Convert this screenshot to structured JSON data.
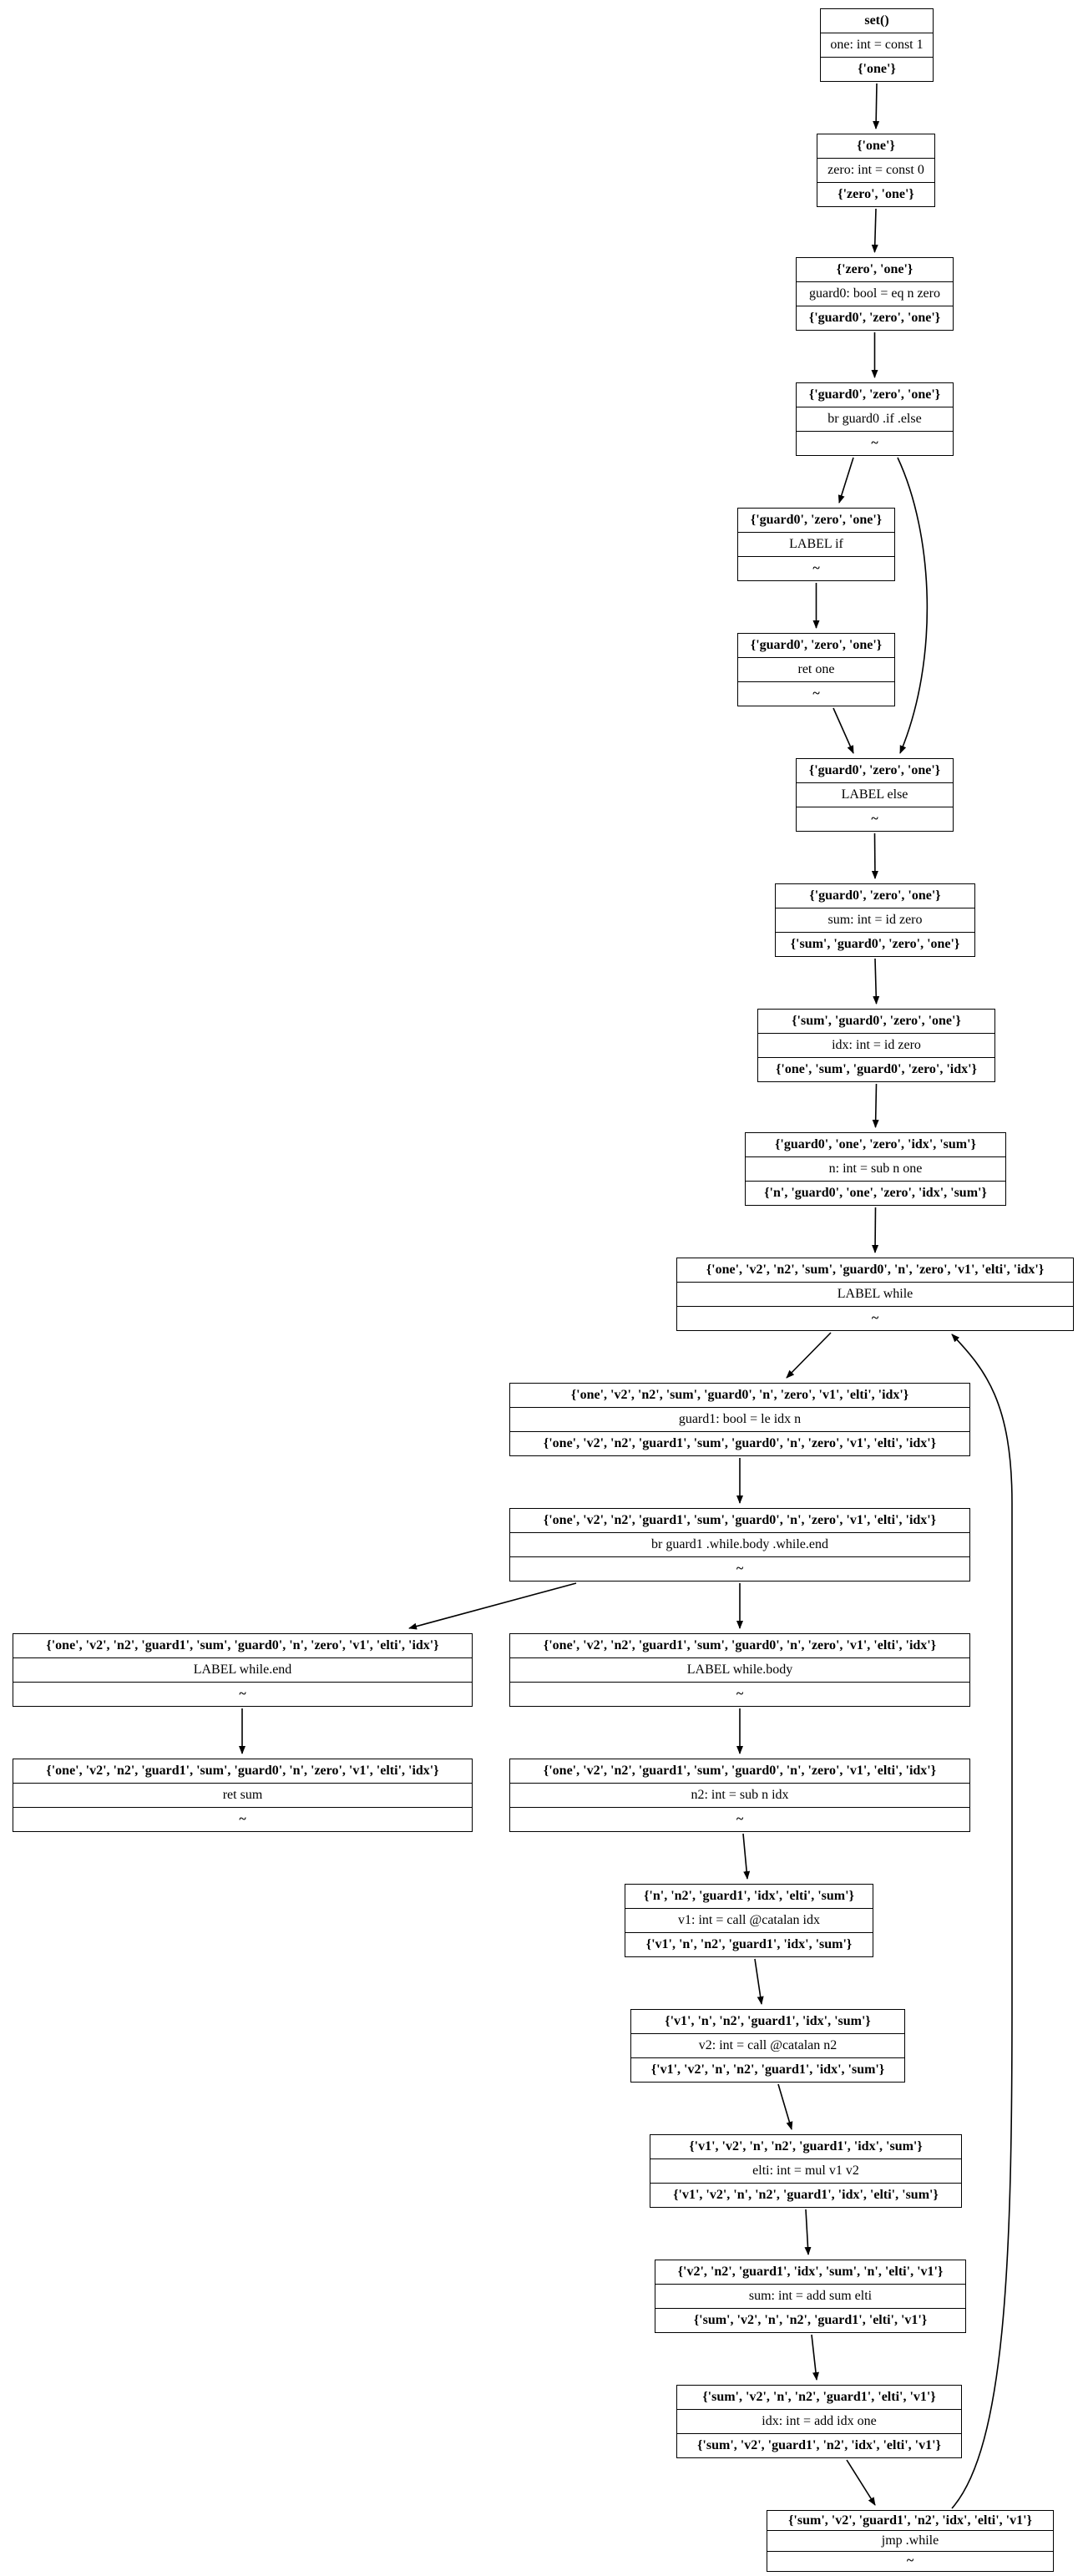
{
  "diagram": {
    "nodes": [
      {
        "id": "n0",
        "in": "set()",
        "instr": "one: int = const 1",
        "out": "{'one'}"
      },
      {
        "id": "n1",
        "in": "{'one'}",
        "instr": "zero: int = const 0",
        "out": "{'zero', 'one'}"
      },
      {
        "id": "n2",
        "in": "{'zero', 'one'}",
        "instr": "guard0: bool = eq n zero",
        "out": "{'guard0', 'zero', 'one'}"
      },
      {
        "id": "n3",
        "in": "{'guard0', 'zero', 'one'}",
        "instr": "br guard0 .if .else",
        "out": "~"
      },
      {
        "id": "n4",
        "in": "{'guard0', 'zero', 'one'}",
        "instr": "LABEL if",
        "out": "~"
      },
      {
        "id": "n5",
        "in": "{'guard0', 'zero', 'one'}",
        "instr": "ret one",
        "out": "~"
      },
      {
        "id": "n6",
        "in": "{'guard0', 'zero', 'one'}",
        "instr": "LABEL else",
        "out": "~"
      },
      {
        "id": "n7",
        "in": "{'guard0', 'zero', 'one'}",
        "instr": "sum: int = id zero",
        "out": "{'sum', 'guard0', 'zero', 'one'}"
      },
      {
        "id": "n8",
        "in": "{'sum', 'guard0', 'zero', 'one'}",
        "instr": "idx: int = id zero",
        "out": "{'one', 'sum', 'guard0', 'zero', 'idx'}"
      },
      {
        "id": "n9",
        "in": "{'guard0', 'one', 'zero', 'idx', 'sum'}",
        "instr": "n: int = sub n one",
        "out": "{'n', 'guard0', 'one', 'zero', 'idx', 'sum'}"
      },
      {
        "id": "n10",
        "in": "{'one', 'v2', 'n2', 'sum', 'guard0', 'n', 'zero', 'v1', 'elti', 'idx'}",
        "instr": "LABEL while",
        "out": "~"
      },
      {
        "id": "n11",
        "in": "{'one', 'v2', 'n2', 'sum', 'guard0', 'n', 'zero', 'v1', 'elti', 'idx'}",
        "instr": "guard1: bool = le idx n",
        "out": "{'one', 'v2', 'n2', 'guard1', 'sum', 'guard0', 'n', 'zero', 'v1', 'elti', 'idx'}"
      },
      {
        "id": "n12",
        "in": "{'one', 'v2', 'n2', 'guard1', 'sum', 'guard0', 'n', 'zero', 'v1', 'elti', 'idx'}",
        "instr": "br guard1 .while.body .while.end",
        "out": "~"
      },
      {
        "id": "n13",
        "in": "{'one', 'v2', 'n2', 'guard1', 'sum', 'guard0', 'n', 'zero', 'v1', 'elti', 'idx'}",
        "instr": "LABEL while.end",
        "out": "~"
      },
      {
        "id": "n14",
        "in": "{'one', 'v2', 'n2', 'guard1', 'sum', 'guard0', 'n', 'zero', 'v1', 'elti', 'idx'}",
        "instr": "LABEL while.body",
        "out": "~"
      },
      {
        "id": "n15",
        "in": "{'one', 'v2', 'n2', 'guard1', 'sum', 'guard0', 'n', 'zero', 'v1', 'elti', 'idx'}",
        "instr": "ret sum",
        "out": "~"
      },
      {
        "id": "n16",
        "in": "{'one', 'v2', 'n2', 'guard1', 'sum', 'guard0', 'n', 'zero', 'v1', 'elti', 'idx'}",
        "instr": "n2: int = sub n idx",
        "out": "~"
      },
      {
        "id": "n17",
        "in": "{'n', 'n2', 'guard1', 'idx', 'elti', 'sum'}",
        "instr": "v1: int = call @catalan idx",
        "out": "{'v1', 'n', 'n2', 'guard1', 'idx', 'sum'}"
      },
      {
        "id": "n18",
        "in": "{'v1', 'n', 'n2', 'guard1', 'idx', 'sum'}",
        "instr": "v2: int = call @catalan n2",
        "out": "{'v1', 'v2', 'n', 'n2', 'guard1', 'idx', 'sum'}"
      },
      {
        "id": "n19",
        "in": "{'v1', 'v2', 'n', 'n2', 'guard1', 'idx', 'sum'}",
        "instr": "elti: int = mul v1 v2",
        "out": "{'v1', 'v2', 'n', 'n2', 'guard1', 'idx', 'elti', 'sum'}"
      },
      {
        "id": "n20",
        "in": "{'v2', 'n2', 'guard1', 'idx', 'sum', 'n', 'elti', 'v1'}",
        "instr": "sum: int = add sum elti",
        "out": "{'sum', 'v2', 'n', 'n2', 'guard1', 'elti', 'v1'}"
      },
      {
        "id": "n21",
        "in": "{'sum', 'v2', 'n', 'n2', 'guard1', 'elti', 'v1'}",
        "instr": "idx: int = add idx one",
        "out": "{'sum', 'v2', 'guard1', 'n2', 'idx', 'elti', 'v1'}"
      },
      {
        "id": "n22",
        "in": "{'sum', 'v2', 'guard1', 'n2', 'idx', 'elti', 'v1'}",
        "instr": "jmp .while",
        "out": "~"
      }
    ],
    "edges": [
      [
        "n0",
        "n1"
      ],
      [
        "n1",
        "n2"
      ],
      [
        "n2",
        "n3"
      ],
      [
        "n3",
        "n4"
      ],
      [
        "n3",
        "n6"
      ],
      [
        "n4",
        "n5"
      ],
      [
        "n5",
        "n6"
      ],
      [
        "n6",
        "n7"
      ],
      [
        "n7",
        "n8"
      ],
      [
        "n8",
        "n9"
      ],
      [
        "n9",
        "n10"
      ],
      [
        "n10",
        "n11"
      ],
      [
        "n11",
        "n12"
      ],
      [
        "n12",
        "n13"
      ],
      [
        "n12",
        "n14"
      ],
      [
        "n13",
        "n15"
      ],
      [
        "n14",
        "n16"
      ],
      [
        "n16",
        "n17"
      ],
      [
        "n17",
        "n18"
      ],
      [
        "n18",
        "n19"
      ],
      [
        "n19",
        "n20"
      ],
      [
        "n20",
        "n21"
      ],
      [
        "n21",
        "n22"
      ],
      [
        "n22",
        "n10"
      ]
    ]
  }
}
